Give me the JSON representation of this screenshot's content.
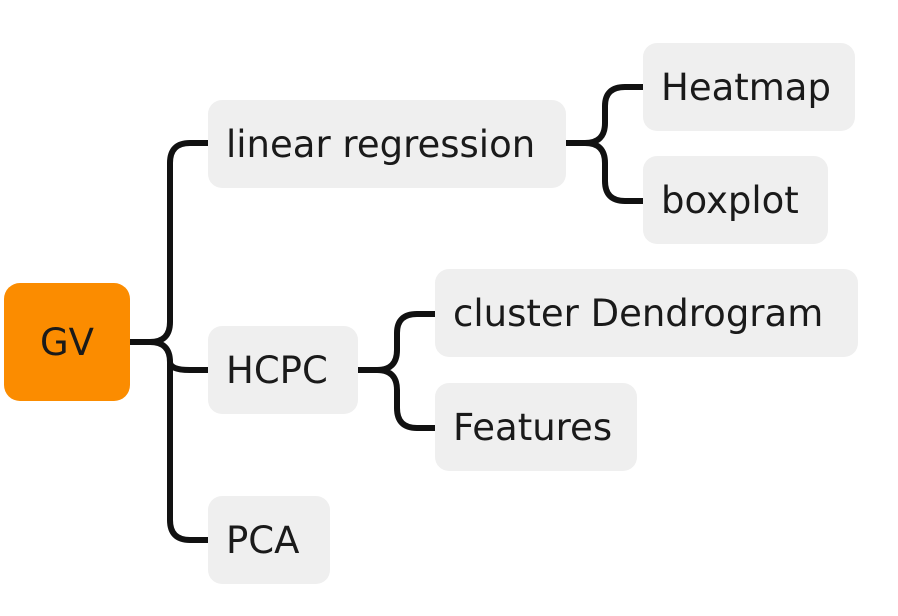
{
  "colors": {
    "root_fill": "#fb8c00",
    "node_fill": "#efefef",
    "connector": "#111111",
    "text": "#1a1a1a"
  },
  "mindmap": {
    "root": {
      "label": "GV"
    },
    "branches": [
      {
        "label": "linear regression",
        "children": [
          {
            "label": "Heatmap"
          },
          {
            "label": "boxplot"
          }
        ]
      },
      {
        "label": "HCPC",
        "children": [
          {
            "label": "cluster Dendrogram"
          },
          {
            "label": "Features"
          }
        ]
      },
      {
        "label": "PCA",
        "children": []
      }
    ]
  }
}
